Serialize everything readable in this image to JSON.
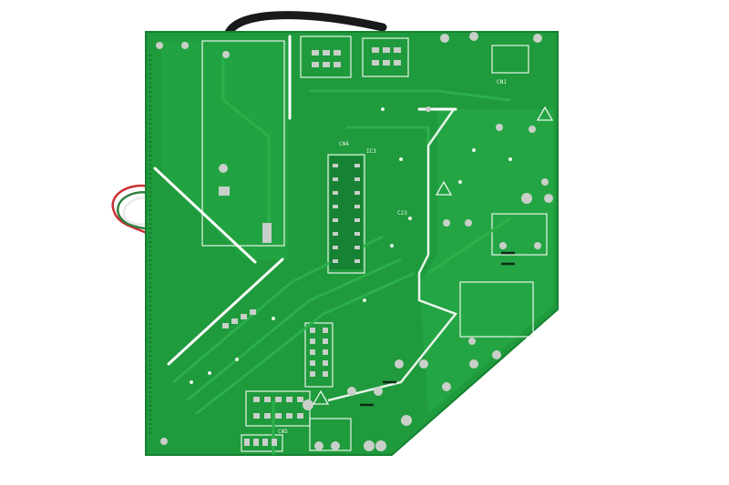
{
  "photo": {
    "subject": "printed-circuit-board",
    "colors": {
      "background": "#ffffff",
      "board": "#1f9a3c",
      "board_dark": "#15812f",
      "trace": "#2bb04a",
      "silkscreen": "#e9f5ea",
      "pad": "#c9cfc9",
      "cable": "#1a1a1a"
    },
    "silkscreen_text": {
      "label_a": "CN4",
      "label_b": "CN1",
      "label_c": "IC3",
      "label_d": "CN5",
      "label_e": "C23"
    }
  }
}
